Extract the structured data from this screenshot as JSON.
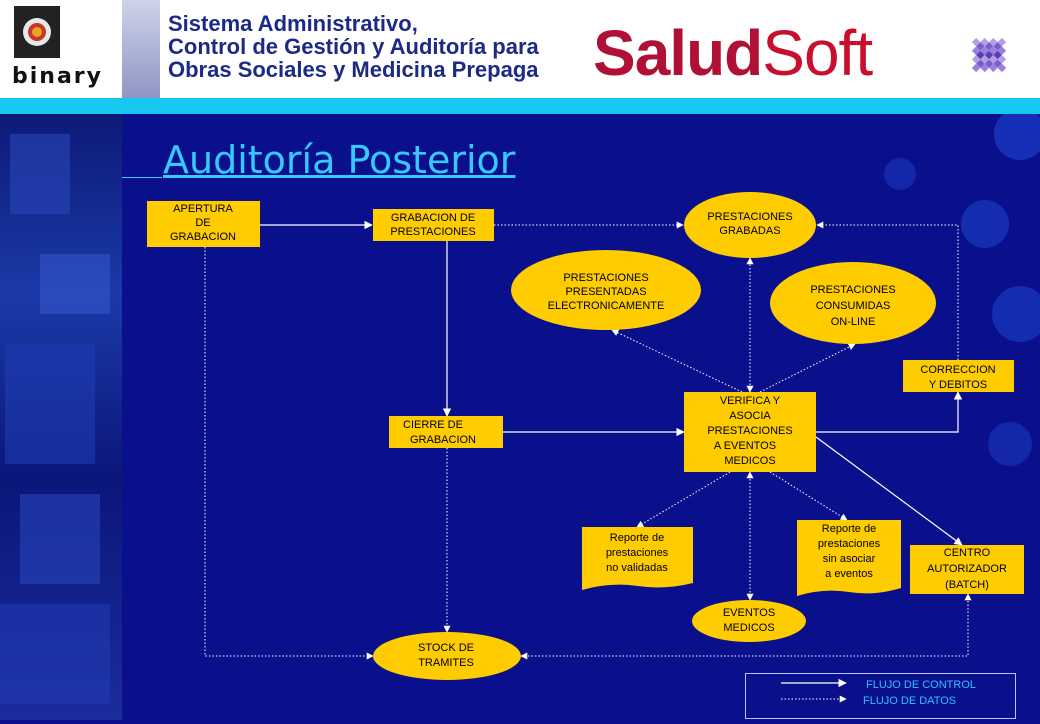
{
  "header": {
    "company": "binary",
    "title_lines": [
      "Sistema Administrativo,",
      "Control de Gestión y Auditoría para",
      "Obras Sociales y Medicina Prepaga"
    ],
    "brand_part1": "Salud",
    "brand_part2": "Soft"
  },
  "page": {
    "title": "Auditoría Posterior"
  },
  "nodes": {
    "apertura": [
      "APERTURA",
      "DE",
      "GRABACION"
    ],
    "grabacion": [
      "GRABACION DE",
      "PRESTACIONES"
    ],
    "grabadas": [
      "PRESTACIONES",
      "GRABADAS"
    ],
    "presentadas": [
      "PRESTACIONES",
      "PRESENTADAS",
      "ELECTRONICAMENTE"
    ],
    "consumidas": [
      "PRESTACIONES",
      "CONSUMIDAS",
      "ON-LINE"
    ],
    "correccion": [
      "CORRECCION",
      "Y DEBITOS"
    ],
    "cierre": [
      "CIERRE DE",
      "GRABACION"
    ],
    "verifica": [
      "VERIFICA Y",
      "ASOCIA",
      "PRESTACIONES",
      "A EVENTOS",
      "MEDICOS"
    ],
    "no_validadas": [
      "Reporte de",
      "prestaciones",
      "no validadas"
    ],
    "sin_asociar": [
      "Reporte de",
      "prestaciones",
      "sin asociar",
      "a eventos"
    ],
    "centro": [
      "CENTRO",
      "AUTORIZADOR",
      "(BATCH)"
    ],
    "eventos": [
      "EVENTOS",
      "MEDICOS"
    ],
    "stock": [
      "STOCK DE",
      "TRAMITES"
    ]
  },
  "legend": {
    "control": "FLUJO DE CONTROL",
    "datos": "FLUJO DE  DATOS"
  },
  "colors": {
    "background": "#0a0f8c",
    "accent_bar": "#16c8f0",
    "node_fill": "#ffcc00",
    "title": "#36c8ff",
    "brand": "#b01035"
  }
}
